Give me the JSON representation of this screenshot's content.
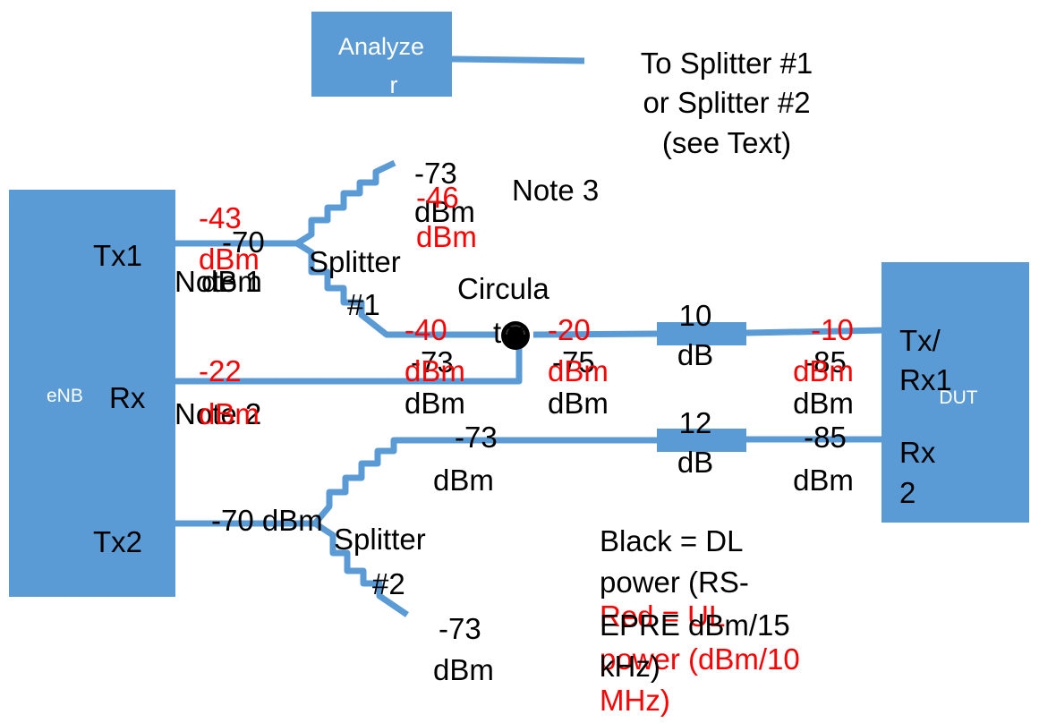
{
  "colors": {
    "box_fill": "#5b9bd5",
    "line": "#5b9bd5",
    "dl_text": "#000000",
    "ul_text": "#ff0000",
    "box_text": "#ffffff"
  },
  "blocks": {
    "analyzer": {
      "line1": "Analyze",
      "line2": "r"
    },
    "enb": {
      "label": "eNB",
      "tx1": "Tx1",
      "rx": "Rx",
      "tx2": "Tx2"
    },
    "dut": {
      "label": "DUT",
      "txrx1_line1": "Tx/",
      "txrx1_line2": "Rx1",
      "rx2_line1": "Rx",
      "rx2_line2": "2"
    }
  },
  "connector_note": {
    "line1": "To Splitter #1",
    "line2": "or Splitter #2",
    "line3": "(see Text)"
  },
  "components": {
    "splitter1": {
      "line1": "Splitter",
      "line2": "#1"
    },
    "splitter2": {
      "line1": "Splitter",
      "line2": "#2"
    },
    "circulator": {
      "line1": "Circula",
      "line2": "tor"
    },
    "atten_upper": {
      "line1": "10",
      "line2": "dB"
    },
    "atten_lower": {
      "line1": "12",
      "line2": "dB"
    }
  },
  "notes": {
    "note1": "Note 1",
    "note2": "Note 2",
    "note3": "Note 3"
  },
  "dl_levels": {
    "tx1_out": {
      "line1": "-70",
      "line2": "dBm"
    },
    "splitter1_up": {
      "line1": "-73",
      "line2": "dBm"
    },
    "rx_path": {
      "line1": "-73",
      "line2": "dBm"
    },
    "after_circ": {
      "line1": "-75",
      "line2": "dBm"
    },
    "dut_txrx1": {
      "line1": "-85",
      "line2": "dBm"
    },
    "tx2_out": "-70 dBm",
    "splitter2_up": {
      "line1": "-73",
      "line2": "dBm"
    },
    "dut_rx2": {
      "line1": "-85",
      "line2": "dBm"
    },
    "splitter2_down": {
      "line1": "-73",
      "line2": "dBm"
    }
  },
  "ul_levels": {
    "tx1_in": {
      "line1": "-43",
      "line2": "dBm"
    },
    "splitter1_up": {
      "line1": "-46",
      "line2": "dBm"
    },
    "circ_in": {
      "line1": "-40",
      "line2": "dBm"
    },
    "after_circ": {
      "line1": "-20",
      "line2": "dBm"
    },
    "dut_txrx1": {
      "line1": "-10",
      "line2": "dBm"
    },
    "rx_in": {
      "line1": "-22",
      "line2": "dBm"
    }
  },
  "legend": {
    "black": {
      "line1": "Black = DL",
      "line2": "power (RS-",
      "line3": "EPRE dBm/15",
      "line4": "kHz)"
    },
    "red": {
      "line1": "Red = UL",
      "line2": "power (dBm/10",
      "line3": "MHz)"
    }
  }
}
